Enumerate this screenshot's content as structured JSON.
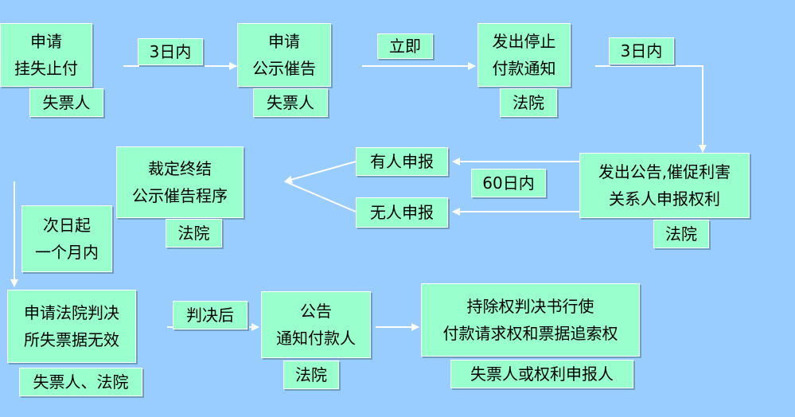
{
  "colors": {
    "background": "#99ccff",
    "box_fill": "#99ffcc",
    "arrow": "#ffffff"
  },
  "nodes": {
    "apply_stop_payment": {
      "line1": "申请",
      "line2": "挂失止付"
    },
    "loser_1": "失票人",
    "apply_public_notice": {
      "line1": "申请",
      "line2": "公示催告"
    },
    "loser_2": "失票人",
    "issue_stop_notice": {
      "line1": "发出停止",
      "line2": "付款通知"
    },
    "court_1": "法院",
    "issue_announcement": {
      "line1": "发出公告,催促利害",
      "line2": "关系人申报权利"
    },
    "court_2": "法院",
    "someone_declares": "有人申报",
    "nobody_declares": "无人申报",
    "terminate_procedure": {
      "line1": "裁定终结",
      "line2": "公示催告程序"
    },
    "court_3": "法院",
    "within_month": {
      "line1": "次日起",
      "line2": "一个月内"
    },
    "apply_court_judgment": {
      "line1": "申请法院判决",
      "line2": "所失票据无效"
    },
    "loser_and_court": "失票人、法院",
    "announce_notify_payer": {
      "line1": "公告",
      "line2": "通知付款人"
    },
    "court_4": "法院",
    "hold_judgment_exercise": {
      "line1": "持除权判决书行使",
      "line2": "付款请求权和票据追索权"
    },
    "loser_or_declarant": "失票人或权利申报人"
  },
  "edge_labels": {
    "within_3_days_a": "3日内",
    "immediately": "立即",
    "within_3_days_b": "3日内",
    "within_60_days": "60日内",
    "after_judgment": "判决后"
  }
}
